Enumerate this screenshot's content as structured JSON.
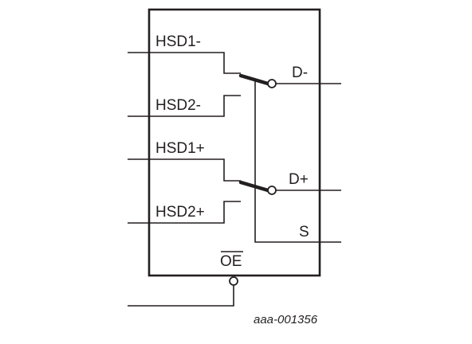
{
  "diagram": {
    "pins": {
      "hsd1_minus": "HSD1-",
      "hsd2_minus": "HSD2-",
      "hsd1_plus": "HSD1+",
      "hsd2_plus": "HSD2+",
      "d_minus": "D-",
      "d_plus": "D+",
      "s": "S",
      "oe": "OE"
    },
    "reference_id": "aaa-001356",
    "colors": {
      "line": "#231f20",
      "background": "#ffffff"
    }
  }
}
